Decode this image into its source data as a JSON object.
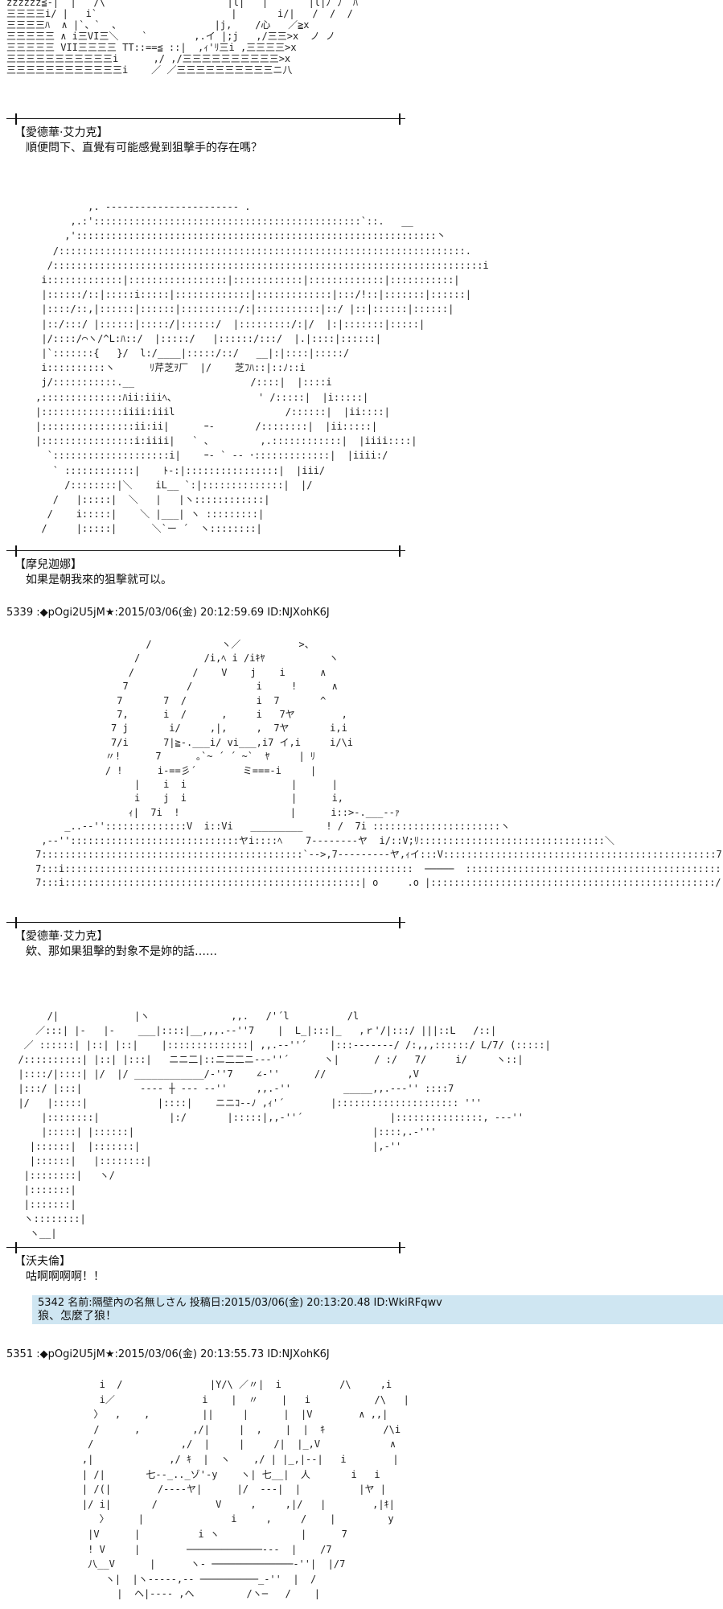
{
  "blocks": {
    "aa1": {
      "art": "zzzzzz≦-|  |   /\\     `               |l|   |       |l|ﾉ ﾌ  ﾊ\n三三三三i/ |   i`                       |       i/|   /  /  /\n三三三三ﾊ  ∧ |`、`  、                |j,    /心   ／≧x\n三三三三三 ∧ i三VI三＼    `        ,.イ |;j   ,/三三>x  ノ ノ\n三三三三三 VII三三三三 TT::==≦ ::|  ,ｨ'ﾘ三i ,三三三三>x\n三三三三三三三三三三三i      ,/ ,/三三三三三三三三三三>x\n三三三三三三三三三三三三i    ／ ／三三三三三三三三三三ニ八"
    },
    "dialogue1": {
      "speaker": "【愛德華·艾力克】",
      "line": "順便問下、直覺有可能感覺到狙擊手的存在嗎？"
    },
    "aa2": {
      "art": "              ,. -‐‐‐‐‐‐‐‐‐‐‐‐‐‐‐‐‐‐‐‐‐- .\n           ,.:'::::::::::::::::::::::::::::::::::::::::::::::`::.   __\n          ,'::::::::::::::::::::::::::::::::::::::::::::::::::::::::::::::丶\n        /::::::::::::::::::::::::::::::::::::::::::::::::::::::::::::::::::::::.\n       /::::::::::::::::::::::::::::::::::::::::::::::::::::::::::::::::::::::::::i\n      i:::::::::::::|:::::::::::::::::|::::::::::::|:::::::::::::|:::::::::::|\n      |::::::/::|:::::i:::::|:::::::::::::|:::::::::::::|:::/!::|:::::::|::::::|\n      |::::/::,|::::::|::::::|::::::::::/:|:::::::::::|::/ |::|::::::|::::::|\n      |::/:::/ |::::::|:::::/|::::::/  |:::::::::/:|/  |:|:::::::|:::::|\n      |/::::/⌒ヽ/^L:ﾊ::/  |:::::/   |::::::/:::/  |.|::::|::::::|\n      |`:::::::{   }/  l:/____|:::::/::/   __|:|::::|:::::/\n      i::::::::::ヽ      ﾘ芹芝ｦ厂  |/    芝ﾌﾊ::|::ﾉ::i\n      j/:::::::::::.__                    /::::|  |::::i\n     ,::::::::::::::ﾊii:iiiﾍ、              ' /:::::|  |i:::::|\n     |::::::::::::::iiii:iiil                   /::::::|  |ii::::|\n     |::::::::::::::::ii:ii|      ｰ‐       /::::::::|  |ii:::::|\n     |::::::::::::::::i:iiii|   ` 、        ,.::::::::::::|  |iiii::::|\n       `::::::::::::::::::::i|    ｰ‐ ` ‐- ･:::::::::::::|  |iiii:/\n        ` ::::::::::::|    ﾄ‐:|::::::::::::::::|  |iii/\n          /::::::::|＼    iL__ `:|::::::::::::::|  |/\n        /   |:::::|  ＼   |   |ヽ::::::::::::|\n       /    i:::::|    ＼ |___| ヽ :::::::::|\n      /     |:::::|      ＼`ー ´  ヽ::::::::|"
    },
    "dialogue2": {
      "speaker": "【摩兒迦娜】",
      "line": "如果是朝我來的狙擊就可以。"
    },
    "post1": {
      "header": "5339 :◆pOgi2U5jM★:2015/03/06(金) 20:12:59.69 ID:NJXohK6J"
    },
    "aa3": {
      "art": "                        /            ヽ／          >、\n                      /           /i,ﾍ i /iｷﾔ           ヽ\n                     /          /    V    j    i      ∧\n                    7          /           i     !      ∧\n                   7       7  /            i  7       ^\n                   7,      i  /      ,     i   7ヤ        ,\n                  7 j       i/     ,|,     ,  7ヤ       i,i\n                  7/i      7|≧-.___i/ vi___,i7 イ,i     i/\\i\n                 〃!      7      ｡`~ ´ ´ ~`  ﾔ     | ﾘ\n                 / !      i‐==彡´        ミ===-i     |\n                      |    i  i                  |      |\n                      i    j  i                  |      i,\n                     ｨ|  7i  !                   |      i::>-.___--ｧ\n          _..-‐''::::::::::::::V  i::Vi   _________    ! /  7i ::::::::::::::::::::::ヽ\n      ,-‐'':::::::::::::::::::::::::::::ヤi::::ﾍ    7‐‐‐‐‐‐‐‐ヤ  i/::V;ﾘ::::::::::::::::::::::::::::::::＼\n     7:::::::::::::::::::::::::::::::::::::::::::::`‐‐>,7‐‐‐‐‐‐‐‐‐ヤ,ｨイ:::V:::::::::::::::::::::::::::::::::::::::::::::::7:::ヘ\n     7:::i::::::::::::::::::::::::::::::::::::::::::::::::::::::::::::  ─────  ::::::::::::::::::::::::::::::::::::::::::::::::::/::::::i\n     7:::i:::::::::::::::::::::::::::::::::::::::::::::::::::| o     .o |:::::::::::::::::::::::::::::::::::::::::::::::::/:::::::i"
    },
    "dialogue3": {
      "speaker": "【愛德華·艾力克】",
      "line": "欸、那如果狙擊的對象不是妳的話……"
    },
    "aa4": {
      "art": "       /|             |ヽ              ,,.   /'´l          /l\n     ／:::| |‐   |‐    ___|::::|__,,,.-‐''7    |  L_|:::|_   ,ｒ'/|:::/ |||::L   /::|\n   ／ ::::::| |::| |::|    |::::::::::::::| ,,.-‐''´    |:::‐‐‐‐‐--/ /:,,,::::::/ L/7/ (:::::|\n  /::::::::::| |::| |:::|   ニニ二|::ニ二二ニ--‐''´      ヽ|      / :/   7/     i/     ヽ::|\n  |::::/|::::| |/  |/ ____________/‐''7    ∠‐''      //              ,V\n  |:::/ |:::|          ‐‐‐‐ ┼ ‐‐‐ ‐‐''     ,,.‐''         _____,,.‐‐‐'' ::::7\n  |/   |:::::|            |::::|    ニニｺ-‐ﾉ ,ｨ'´        |::::::::::::::::::::: '''\n      |::::::::|            |:/       |:::::|,,-''´               |:::::::::::::::, ---''\n      |:::::| |::::::|                                         |::::,.-'''\n    |::::::|  |:::::::|                                        |,-''\n    |::::::|   |::::::::|\n   |::::::::|   ヽ/\n   |:::::::|\n   |:::::::|\n   ヽ::::::::|\n    ヽ__|"
    },
    "dialogue4": {
      "speaker": "【沃夫倫】",
      "line": "咕啊啊啊啊！！"
    },
    "reply": {
      "header": "5342 名前:隔壁內の名無しさん 投稿日:2015/03/06(金) 20:13:20.48 ID:WkiRFqwv",
      "body": "狼、怎麼了狼！"
    },
    "post2": {
      "header": "5351 :◆pOgi2U5jM★:2015/03/06(金) 20:13:55.73 ID:NJXohK6J"
    },
    "aa5": {
      "art": "                i  /               |Y/\\ ／〃|  i          /\\     ,i\n                i／               i    |  〃    |   i           /\\   |\n               〉  ,    ,         ||     |      |  |V        ∧ ,,|\n               /      ,         ,/|     |  ,    |  |  ｷ          /\\i\n              /               ,/  |     |     /|  |_,V            ∧\n             ,|             ,/ ｷ  |  ヽ    ,/ | |_,|‐‐|   i        |\n             | /|       七‐‐_.._ゾ'‐y    ヽ| 七__|  人       i   i\n             | /(|        /‐‐‐‐ヤ|      |/  ‐‐‐|  |          |ヤ |\n             |/ i|       /          V     ,     ,|/   |        ,|ｷ|\n                〉     |               i     ,     /    |         y\n              |V      |          i ヽ              |      7\n              ! V     |        ─────────────‐‐‐  |    /7\n              八__V      |      ヽ‐ ──────────────‐''|  |/7\n                 ヽ|  |ヽ‐‐‐‐‐,‐‐ ──────────_‐''  |  /\n                   |  ヘ|‐‐‐‐ ,ヘ         /ヽ─   /    |"
    }
  }
}
